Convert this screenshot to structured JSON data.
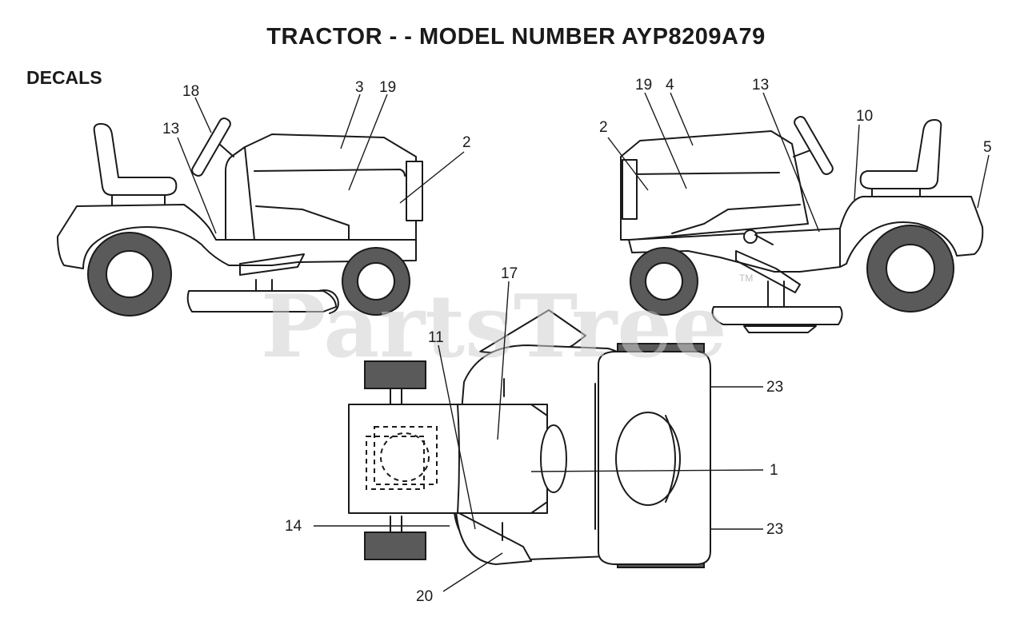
{
  "title": "TRACTOR - - MODEL NUMBER AYP8209A79",
  "section_label": "DECALS",
  "watermark": {
    "text": "PartsTree",
    "trademark": "TM"
  },
  "callouts": [
    "18",
    "13",
    "3",
    "19",
    "2",
    "19",
    "4",
    "13",
    "2",
    "10",
    "5",
    "17",
    "11",
    "23",
    "1",
    "14",
    "23",
    "20"
  ]
}
